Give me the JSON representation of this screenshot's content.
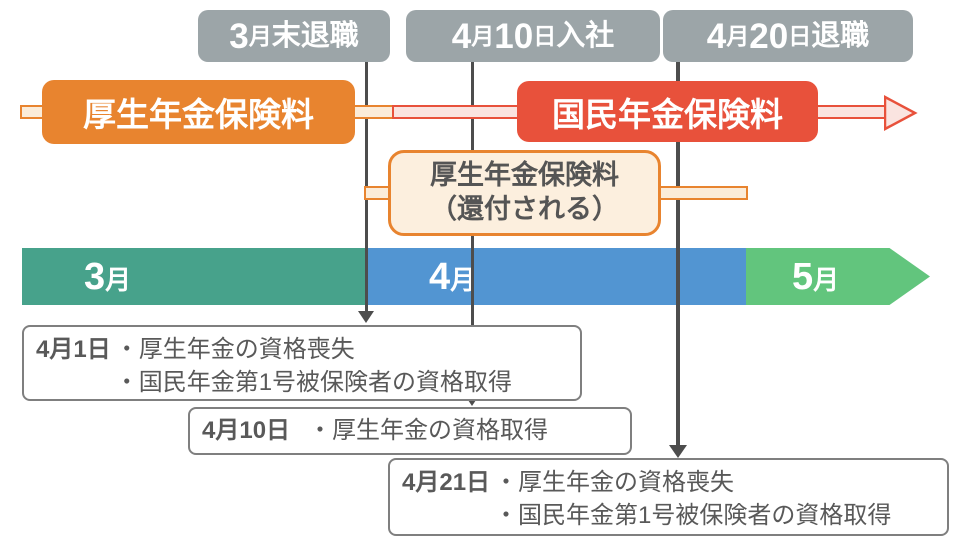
{
  "colors": {
    "label_gray": "#9CA5A8",
    "orange": "#E8842F",
    "red": "#E8513B",
    "cream": "#FBECD9",
    "cream_light": "#FCEFDE",
    "pink": "#FAE4E0",
    "teal": "#47A28B",
    "blue": "#5295D2",
    "green": "#62C57D",
    "line": "#4D4D4D",
    "note_border": "#7F7F7F",
    "note_text": "#595959"
  },
  "event_labels": [
    {
      "text": "3月末退職",
      "segments": [
        {
          "t": "3",
          "s": "num"
        },
        {
          "t": "月",
          "s": "unit"
        },
        {
          "t": "末退職",
          "s": "kanji"
        }
      ]
    },
    {
      "text": "4月10日入社",
      "segments": [
        {
          "t": "4",
          "s": "num"
        },
        {
          "t": "月",
          "s": "unit"
        },
        {
          "t": "10",
          "s": "num"
        },
        {
          "t": "日",
          "s": "unit"
        },
        {
          "t": "入社",
          "s": "kanji"
        }
      ]
    },
    {
      "text": "4月20日退職",
      "segments": [
        {
          "t": "4",
          "s": "num"
        },
        {
          "t": "月",
          "s": "unit"
        },
        {
          "t": "20",
          "s": "num"
        },
        {
          "t": "日",
          "s": "unit"
        },
        {
          "t": "退職",
          "s": "kanji"
        }
      ]
    }
  ],
  "insurance": {
    "kosei_label": "厚生年金保険料",
    "kokumin_label": "国民年金保険料",
    "refund_line1": "厚生年金保険料",
    "refund_line2": "（還付される）"
  },
  "months": [
    {
      "text": "3月",
      "segments": [
        {
          "t": "3",
          "s": "mnum"
        },
        {
          "t": "月",
          "s": "munit"
        }
      ]
    },
    {
      "text": "4月",
      "segments": [
        {
          "t": "4",
          "s": "mnum"
        },
        {
          "t": "月",
          "s": "munit"
        }
      ]
    },
    {
      "text": "5月",
      "segments": [
        {
          "t": "5",
          "s": "mnum"
        },
        {
          "t": "月",
          "s": "munit"
        }
      ]
    }
  ],
  "notes": [
    {
      "date": "4月1日",
      "items": [
        "・厚生年金の資格喪失",
        "・国民年金第1号被保険者の資格取得"
      ]
    },
    {
      "date": "4月10日",
      "items": [
        "・厚生年金の資格取得"
      ]
    },
    {
      "date": "4月21日",
      "items": [
        "・厚生年金の資格喪失",
        "・国民年金第1号被保険者の資格取得"
      ]
    }
  ]
}
